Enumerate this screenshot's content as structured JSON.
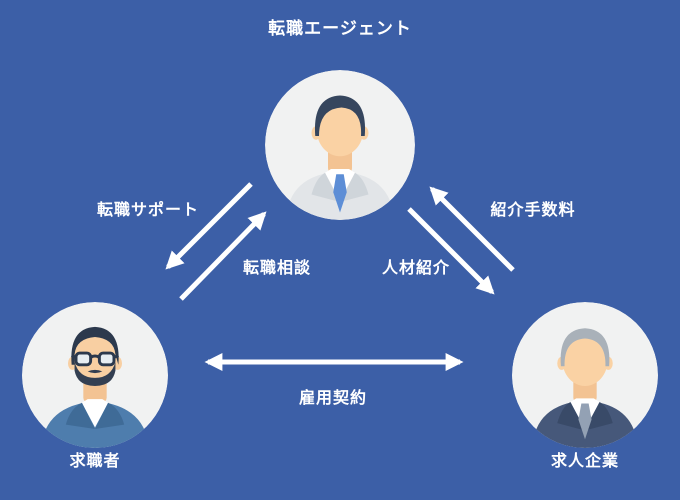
{
  "diagram": {
    "background_color": "#3c5fa7",
    "text_color": "#ffffff",
    "arrow_color": "#ffffff"
  },
  "nodes": {
    "agent": {
      "label": "転職エージェント",
      "avatar": "business-man-avatar"
    },
    "seeker": {
      "label": "求職者",
      "avatar": "casual-man-glasses-beard-avatar"
    },
    "company": {
      "label": "求人企業",
      "avatar": "senior-business-man-avatar"
    }
  },
  "arrows": {
    "support": {
      "label": "転職サポート",
      "from": "agent",
      "to": "seeker"
    },
    "consult": {
      "label": "転職相談",
      "from": "seeker",
      "to": "agent"
    },
    "fee": {
      "label": "紹介手数料",
      "from": "company",
      "to": "agent"
    },
    "talent": {
      "label": "人材紹介",
      "from": "agent",
      "to": "company"
    },
    "contract": {
      "label": "雇用契約",
      "from": "seeker",
      "to": "company",
      "bidirectional": true
    }
  }
}
